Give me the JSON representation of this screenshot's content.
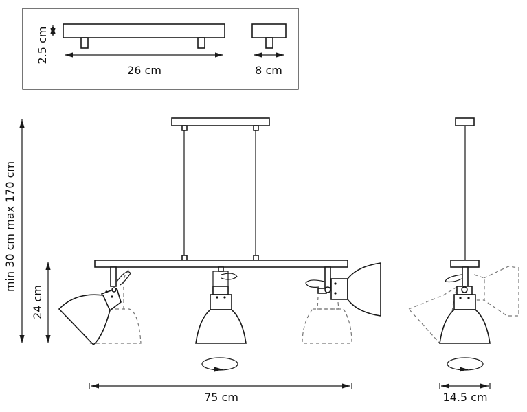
{
  "dimensions": {
    "bar_height": "2.5 cm",
    "bar_length": "26 cm",
    "bar_width": "8 cm",
    "suspension_height": "min 30 cm max 170 cm",
    "shade_height": "24 cm",
    "total_length": "75 cm",
    "total_depth": "14.5 cm"
  },
  "colors": {
    "line": "#1a1a1a",
    "dashed": "#777777"
  }
}
